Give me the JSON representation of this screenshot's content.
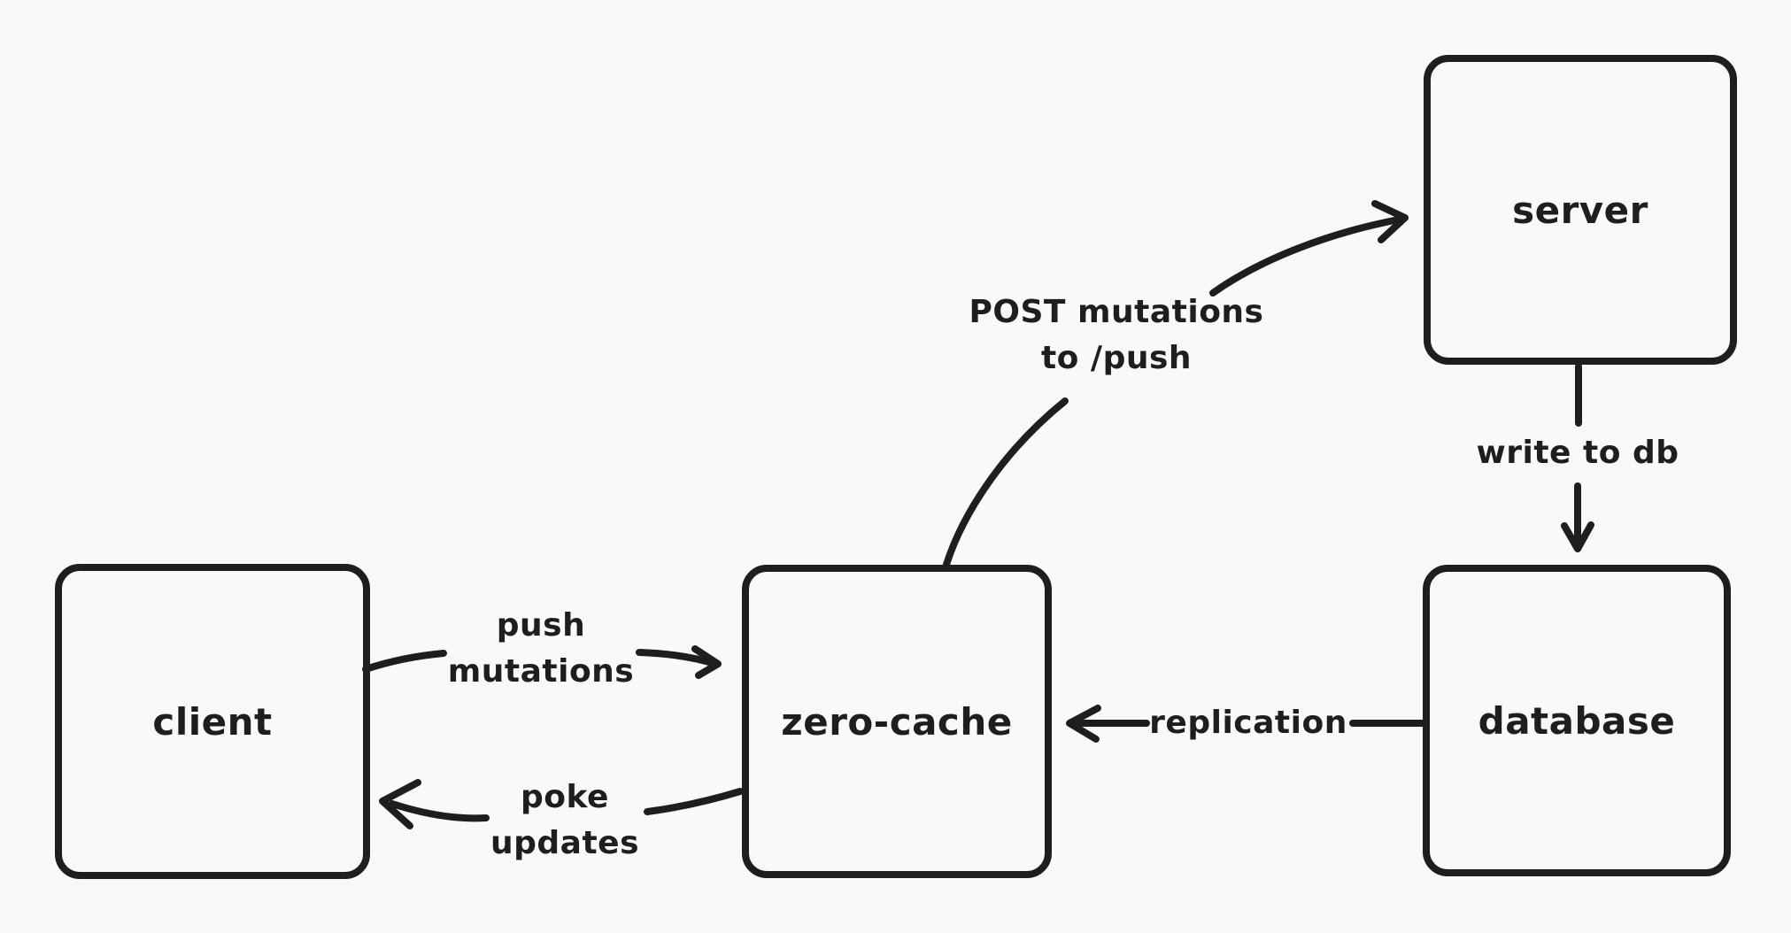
{
  "diagram": {
    "colors": {
      "background": "#f8f9fa",
      "stroke": "#1e1e1e"
    },
    "nodes": [
      {
        "id": "client",
        "label": "client"
      },
      {
        "id": "zero-cache",
        "label": "zero-cache"
      },
      {
        "id": "server",
        "label": "server"
      },
      {
        "id": "database",
        "label": "database"
      }
    ],
    "edges": [
      {
        "id": "push-mutations",
        "from": "client",
        "to": "zero-cache",
        "label_lines": [
          "push",
          "mutations"
        ]
      },
      {
        "id": "poke-updates",
        "from": "zero-cache",
        "to": "client",
        "label_lines": [
          "poke",
          "updates"
        ]
      },
      {
        "id": "post-mutations",
        "from": "zero-cache",
        "to": "server",
        "label_lines": [
          "POST mutations",
          "to /push"
        ]
      },
      {
        "id": "write-to-db",
        "from": "server",
        "to": "database",
        "label_lines": [
          "write to db"
        ]
      },
      {
        "id": "replication",
        "from": "database",
        "to": "zero-cache",
        "label_lines": [
          "replication"
        ]
      }
    ]
  }
}
